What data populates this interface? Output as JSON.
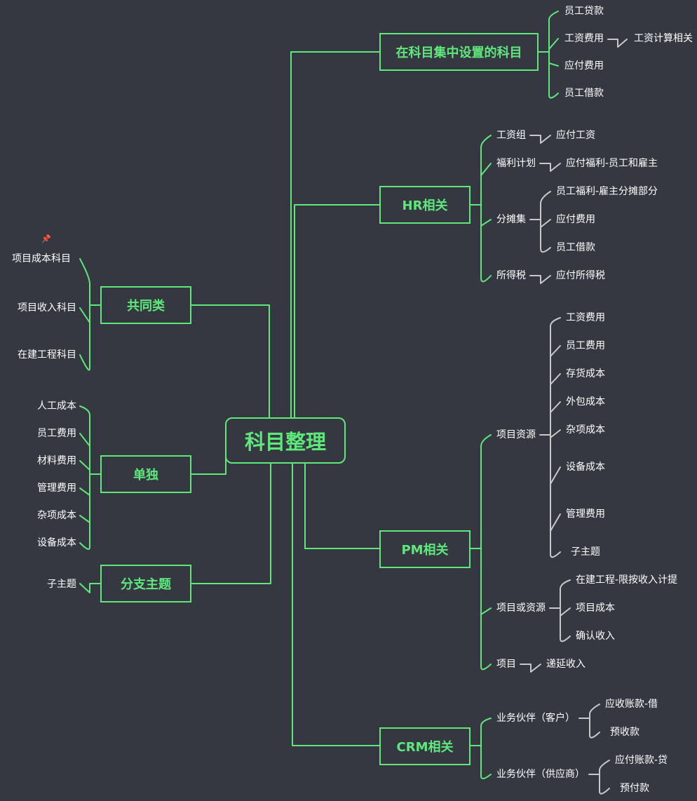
{
  "colors": {
    "background": "#353841",
    "green": "#5EE87C",
    "grey": "#C8C8C8",
    "text": "#FFFFFF"
  },
  "center": "科目整理",
  "branches": {
    "set": {
      "title": "在科目集中设置的科目",
      "items": [
        "员工贷款",
        "工资费用",
        "应付费用",
        "员工借款"
      ],
      "sub": "工资计算相关"
    },
    "hr": {
      "title": "HR相关",
      "items": [
        "工资组",
        "福利计划",
        "分摊集",
        "所得税"
      ],
      "subs": [
        "应付工资",
        "应付福利-员工和雇主",
        "员工福利-雇主分摊部分",
        "应付费用",
        "员工借款",
        "应付所得税"
      ]
    },
    "pm": {
      "title": "PM相关",
      "items": [
        "项目资源",
        "项目或资源",
        "项目"
      ],
      "resource_subs": [
        "工资费用",
        "员工费用",
        "存货成本",
        "外包成本",
        "杂项成本",
        "设备成本",
        "管理费用",
        "子主题"
      ],
      "either_subs": [
        "在建工程-限按收入计提",
        "项目成本",
        "确认收入"
      ],
      "project_subs": [
        "递延收入"
      ]
    },
    "crm": {
      "title": "CRM相关",
      "items": [
        "业务伙伴（客户）",
        "业务伙伴（供应商）"
      ],
      "customer_subs": [
        "应收账款-借",
        "预收款"
      ],
      "supplier_subs": [
        "应付账款-贷",
        "预付款"
      ]
    },
    "common": {
      "title": "共同类",
      "items": [
        "项目成本科目",
        "项目收入科目",
        "在建工程科目"
      ]
    },
    "single": {
      "title": "单独",
      "items": [
        "人工成本",
        "员工费用",
        "材料费用",
        "管理费用",
        "杂项成本",
        "设备成本"
      ]
    },
    "sub": {
      "title": "分支主题",
      "items": [
        "子主题"
      ]
    }
  },
  "icons": {
    "pin": "pushpin-icon"
  }
}
